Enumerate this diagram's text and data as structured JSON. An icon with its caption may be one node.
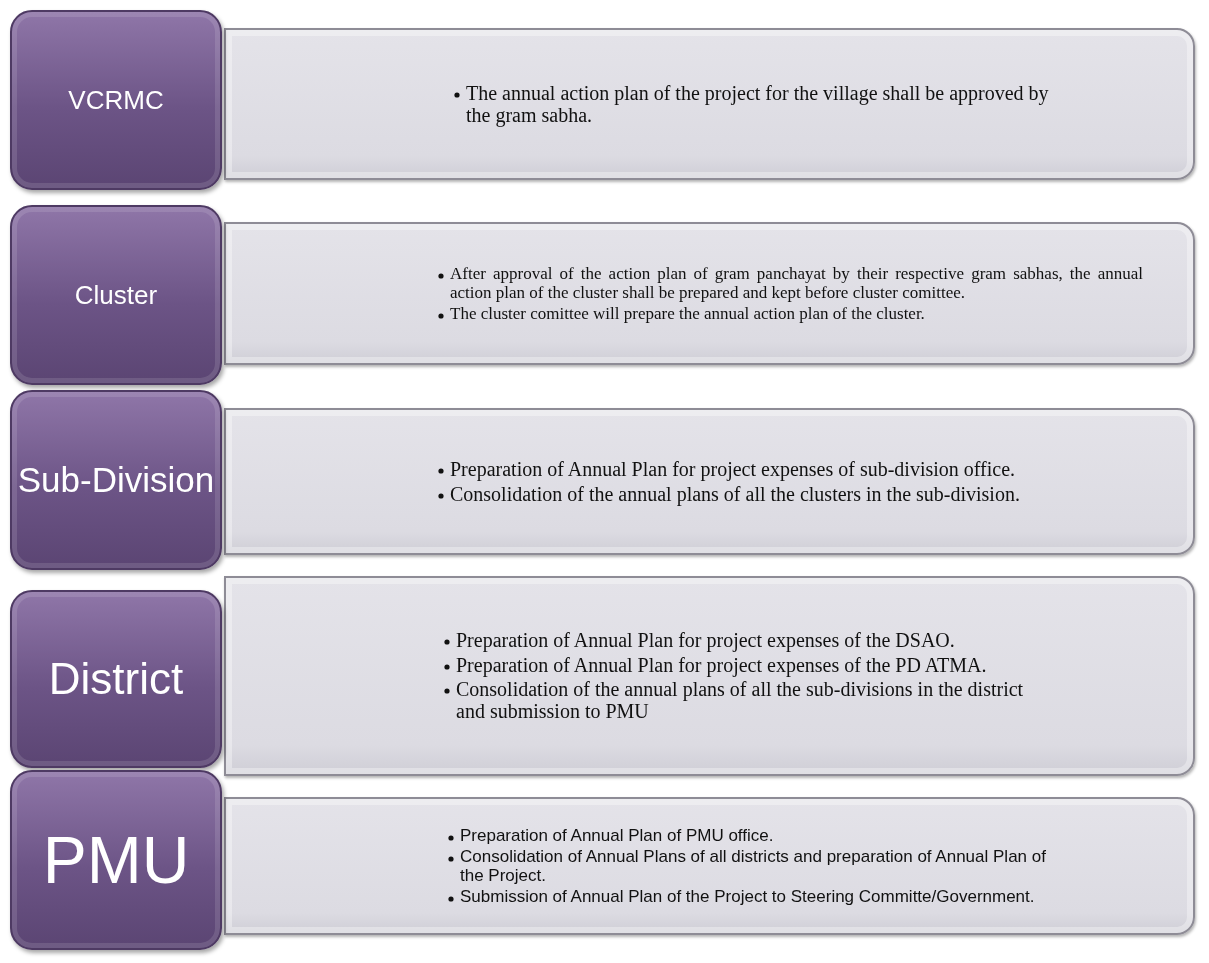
{
  "diagram": {
    "nodes": [
      {
        "text": [
          "VCRMC"
        ]
      },
      {
        "text": [
          "The annual action plan of the project for the village shall be approved by the gram sabha."
        ]
      },
      {
        "text": [
          "Cluster"
        ]
      },
      {
        "text": [
          "After approval of the action plan of gram panchayat by their respective gram sabhas, the annual action plan of the cluster shall be prepared and kept before cluster comittee.",
          "The cluster comittee will prepare the annual action plan of the cluster."
        ]
      },
      {
        "text": [
          "Sub-Division"
        ]
      },
      {
        "text": [
          "Preparation of Annual Plan for project expenses of sub-division office.",
          "Consolidation of the annual plans of all the clusters in the sub-division."
        ]
      },
      {
        "text": [
          "District"
        ]
      },
      {
        "text": [
          "Preparation of Annual Plan for project expenses of the DSAO.",
          "Preparation of Annual Plan for project expenses of the PD ATMA.",
          "Consolidation of the annual plans of all the sub-divisions in the district and submission to PMU"
        ]
      },
      {
        "text": [
          "PMU"
        ]
      },
      {
        "text": [
          "Preparation of Annual Plan of PMU office.",
          "Consolidation of Annual Plans of all districts and preparation of Annual Plan of the Project.",
          "Submission of Annual Plan of the Project to Steering Committe/Government."
        ]
      }
    ]
  }
}
